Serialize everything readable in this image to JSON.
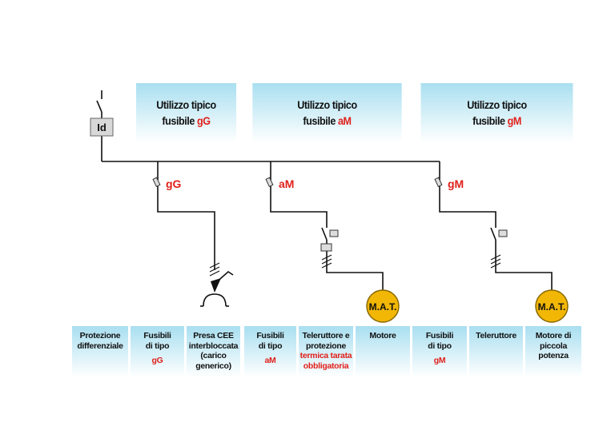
{
  "headers": [
    {
      "line1": "Utilizzo tipico",
      "line2": "fusibile ",
      "type": "gG"
    },
    {
      "line1": "Utilizzo tipico",
      "line2": "fusibile ",
      "type": "aM"
    },
    {
      "line1": "Utilizzo tipico",
      "line2": "fusibile ",
      "type": "gM"
    }
  ],
  "diagram": {
    "id_label": "Id",
    "fuses": [
      "gG",
      "aM",
      "gM"
    ],
    "motor_label": "M.A.T."
  },
  "bottom": [
    {
      "black": "Protezione differenziale",
      "red": ""
    },
    {
      "black": "Fusibili di tipo",
      "red": "gG"
    },
    {
      "black": "Presa CEE interbloccata (carico generico)",
      "red": ""
    },
    {
      "black": "Fusibili di tipo",
      "red": "aM"
    },
    {
      "black": "Teleruttore e protezione",
      "red": "termica tarata obbligatoria"
    },
    {
      "black": "Motore",
      "red": ""
    },
    {
      "black": "Fusibili di tipo",
      "red": "gM"
    },
    {
      "black": "Teleruttore",
      "red": ""
    },
    {
      "black": "Motore di piccola potenza",
      "red": ""
    }
  ],
  "colors": {
    "accent": "#e0201b",
    "panel": "#a9dff0",
    "motor": "#f2b705"
  }
}
